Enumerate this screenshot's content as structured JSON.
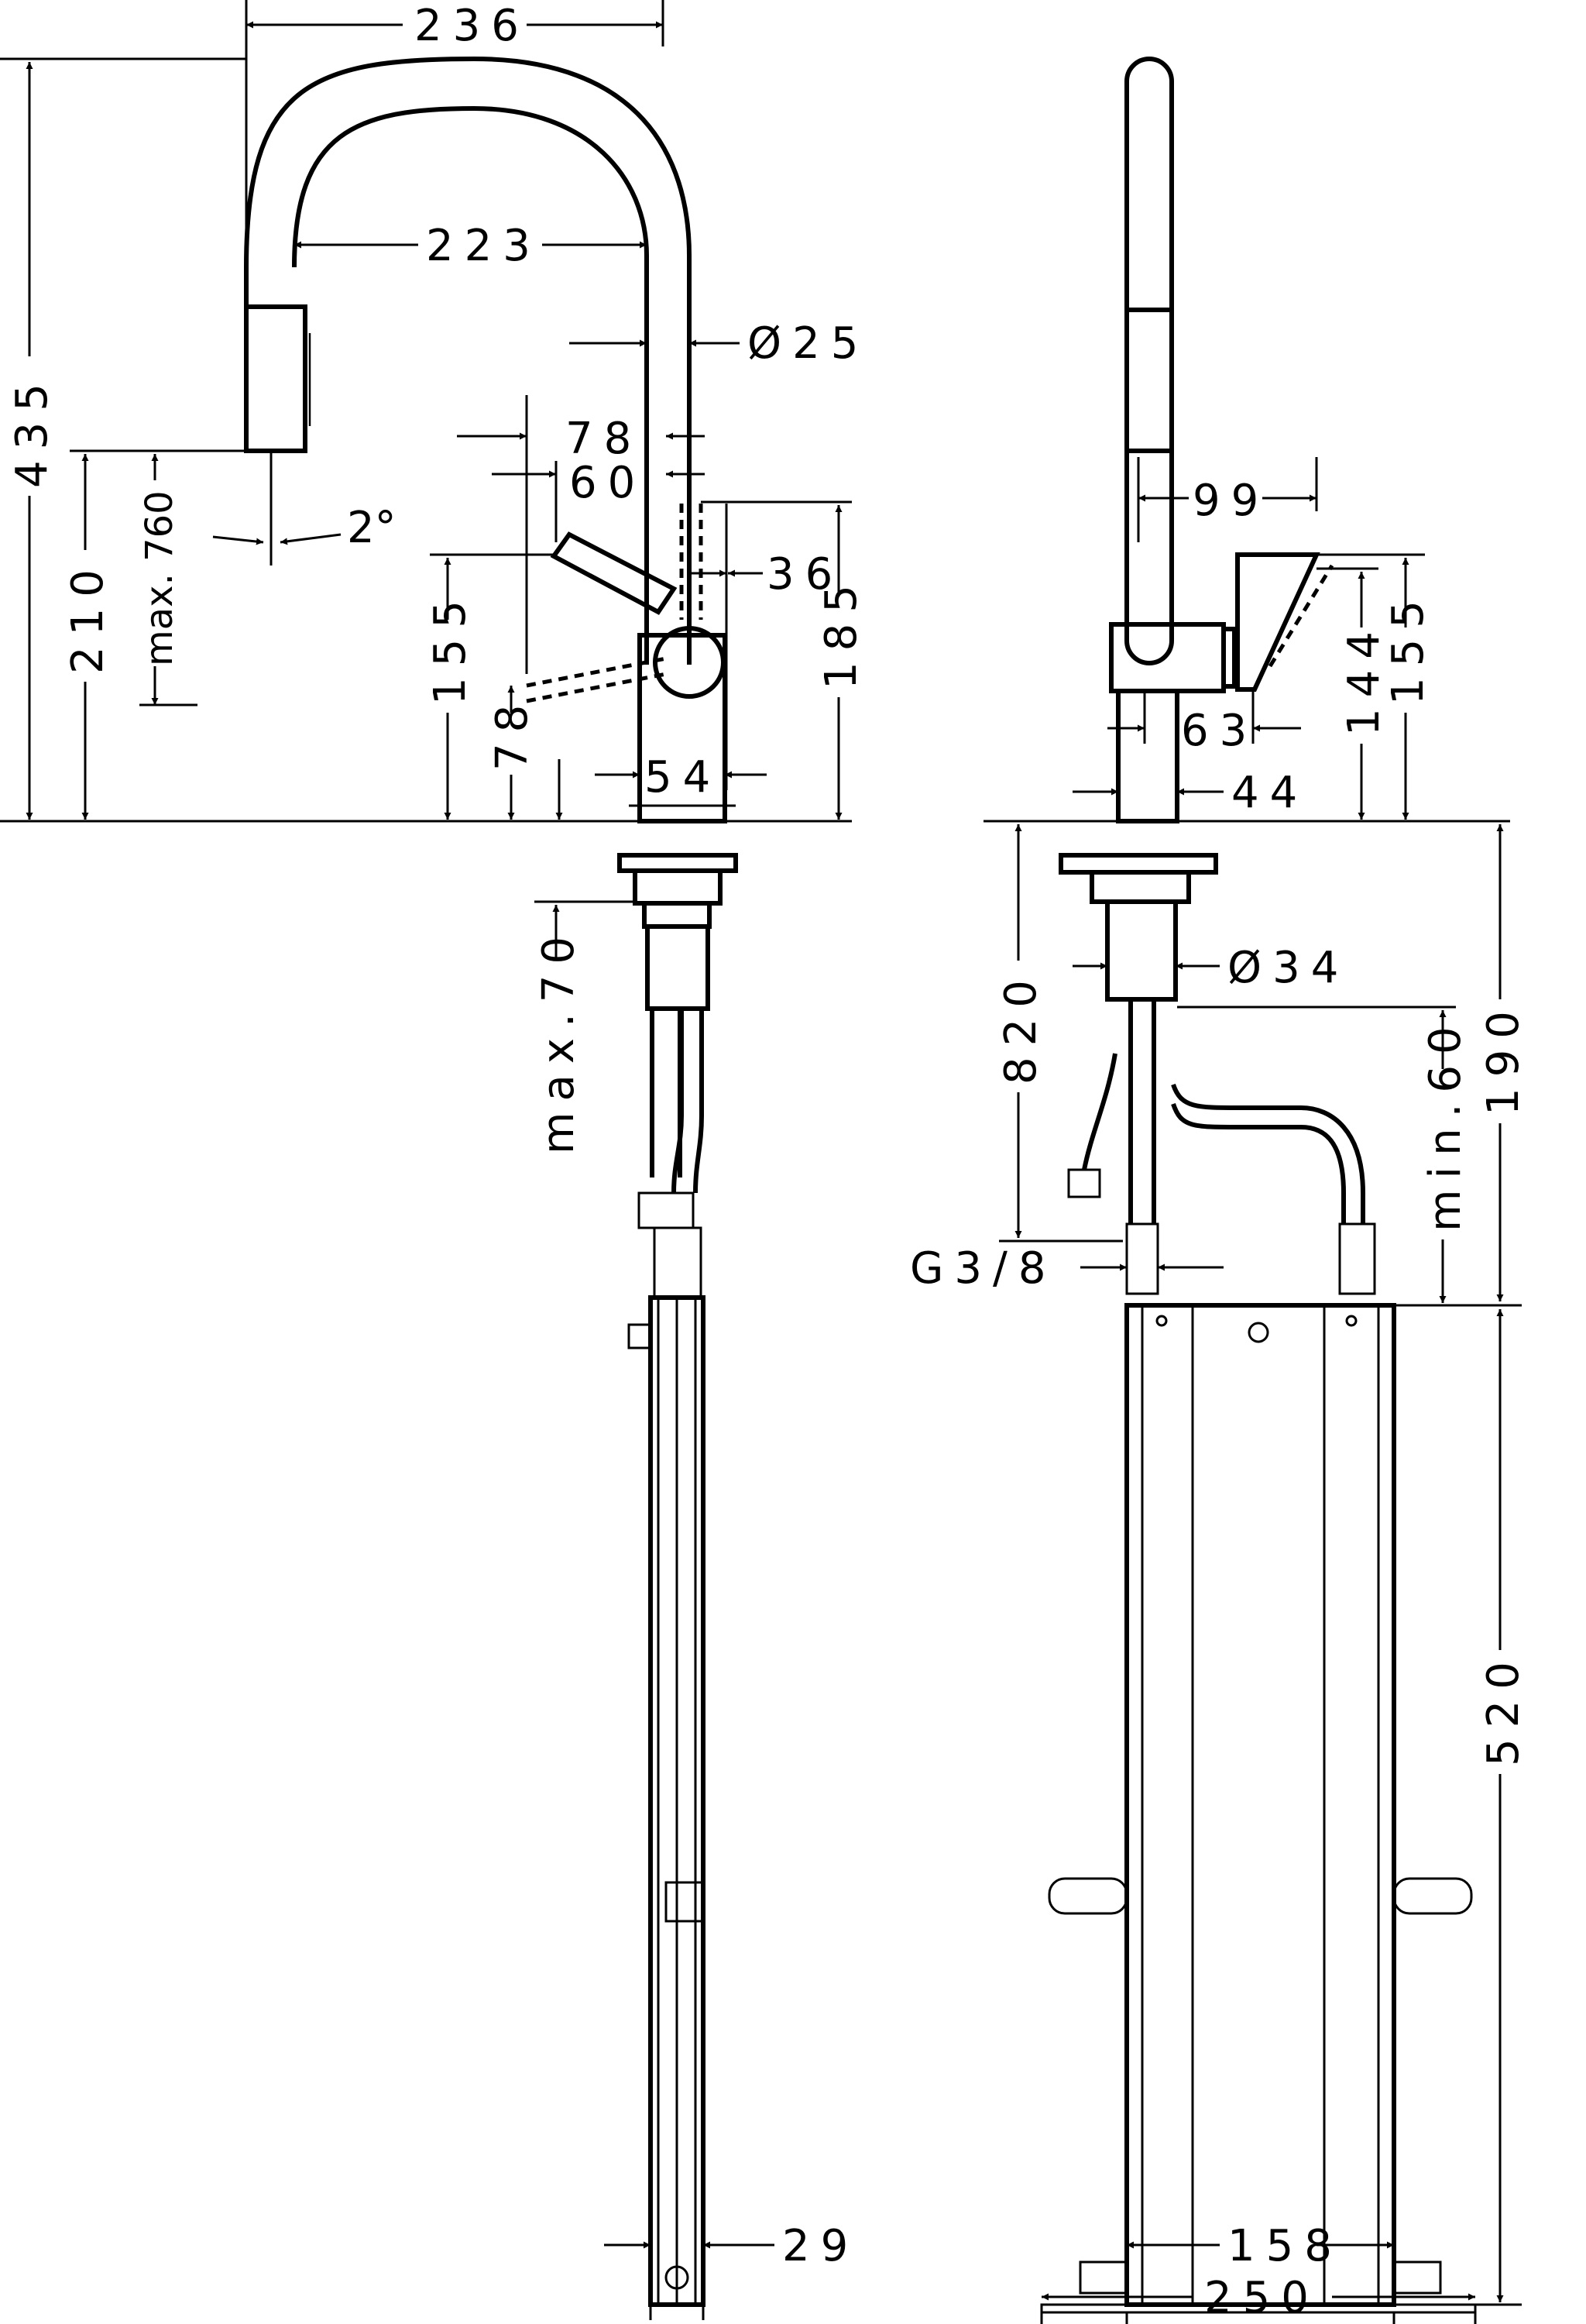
{
  "dimensions": {
    "d236": "236",
    "d223": "223",
    "d25": "Ø25",
    "d78a": "78",
    "d60": "60",
    "d2deg": "2°",
    "d435": "435",
    "d210": "210",
    "dmax760": "max. 760",
    "d155a": "155",
    "d78b": "78",
    "d54": "54",
    "d36": "36",
    "d185": "185",
    "dmax70": "max.70",
    "d29": "29",
    "d99": "99",
    "d63": "63",
    "d144": "144",
    "d155b": "155",
    "d44": "44",
    "d34": "Ø34",
    "d820": "820",
    "d190": "190",
    "dmin60": "min.60",
    "dG38": "G3/8",
    "d520": "520",
    "d158": "158",
    "d250": "250"
  }
}
